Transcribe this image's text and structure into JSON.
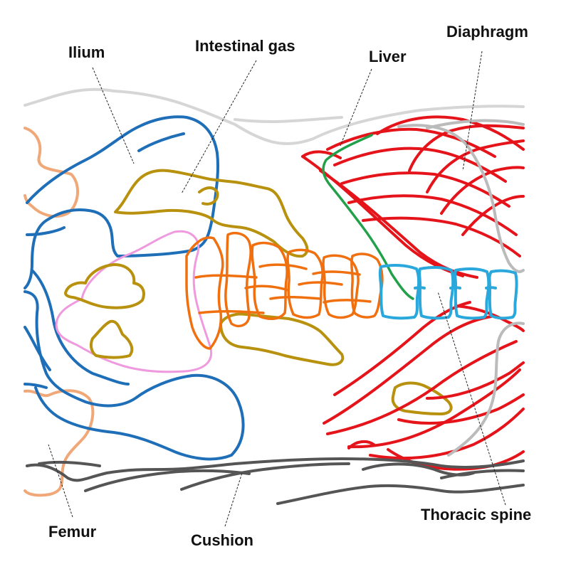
{
  "labels": {
    "ilium": "Ilium",
    "intestinal_gas": "Intestinal gas",
    "liver": "Liver",
    "diaphragm": "Diaphragm",
    "thoracic_spine": "Thoracic spine",
    "femur": "Femur",
    "cushion": "Cushion"
  },
  "colors": {
    "ilium": "#1f6fb8",
    "intestinal_gas": "#b8920f",
    "liver": "#22a04a",
    "diaphragm": "#bbbbbb",
    "skin_outline": "#d6d6d6",
    "ribs": "#e5141b",
    "thoracic_spine": "#2aa8dc",
    "lumbar_spine": "#f07010",
    "femur": "#f0a878",
    "bladder": "#ef9adf",
    "cushion": "#555555"
  }
}
